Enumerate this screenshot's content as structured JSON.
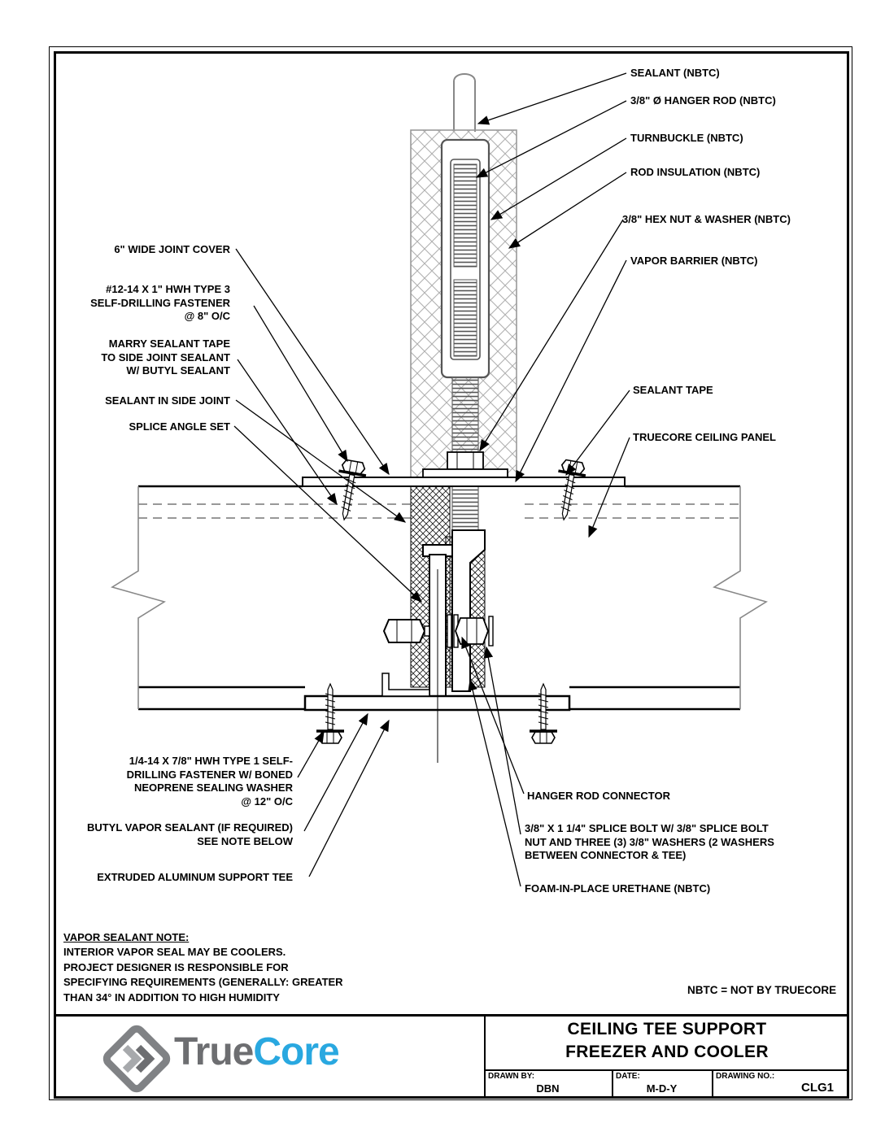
{
  "callouts": {
    "sealant": "SEALANT (NBTC)",
    "hanger_rod": "3/8\" Ø HANGER ROD (NBTC)",
    "turnbuckle": "TURNBUCKLE (NBTC)",
    "rod_insulation": "ROD INSULATION (NBTC)",
    "hex_nut": "3/8\" HEX NUT & WASHER (NBTC)",
    "vapor_barrier": "VAPOR BARRIER (NBTC)",
    "sealant_tape": "SEALANT TAPE",
    "ceiling_panel": "TRUECORE CEILING PANEL",
    "joint_cover": "6\" WIDE JOINT COVER",
    "fastener_top": "#12-14 X 1\" HWH TYPE 3\nSELF-DRILLING FASTENER\n@ 8\" O/C",
    "marry_sealant": "MARRY SEALANT TAPE\nTO SIDE JOINT SEALANT\nW/ BUTYL SEALANT",
    "side_joint": "SEALANT IN SIDE JOINT",
    "splice_angle": "SPLICE ANGLE SET",
    "fastener_bottom": "1/4-14 X 7/8\" HWH TYPE 1 SELF-\nDRILLING FASTENER  W/ BONED\nNEOPRENE SEALING WASHER\n@ 12\" O/C",
    "butyl_sealant": "BUTYL VAPOR SEALANT (IF REQUIRED)\nSEE NOTE BELOW",
    "support_tee": "EXTRUDED ALUMINUM SUPPORT TEE",
    "rod_connector": "HANGER ROD CONNECTOR",
    "splice_bolt": "3/8\" X 1 1/4\" SPLICE BOLT W/ 3/8\" SPLICE BOLT\nNUT AND THREE (3) 3/8\" WASHERS (2 WASHERS\nBETWEEN CONNECTOR & TEE)",
    "foam": "FOAM-IN-PLACE URETHANE (NBTC)"
  },
  "note": {
    "title": "VAPOR SEALANT NOTE:",
    "body": "INTERIOR VAPOR SEAL MAY BE COOLERS.\nPROJECT DESIGNER IS RESPONSIBLE FOR\nSPECIFYING REQUIREMENTS (GENERALLY: GREATER\nTHAN 34° IN ADDITION TO HIGH HUMIDITY"
  },
  "legend": "NBTC = NOT BY TRUECORE",
  "title_block": {
    "title_line1": "CEILING TEE SUPPORT",
    "title_line2": "FREEZER AND COOLER",
    "drawn_by_label": "DRAWN BY:",
    "drawn_by": "DBN",
    "date_label": "DATE:",
    "date": "M-D-Y",
    "drawing_no_label": "DRAWING NO.:",
    "drawing_no": "CLG1"
  },
  "logo": {
    "true_text": "True",
    "core_text": "Core"
  },
  "colors": {
    "logo_gray": "#6d6e71",
    "logo_blue": "#29a8e0",
    "line_black": "#000000",
    "line_gray": "#888888"
  }
}
